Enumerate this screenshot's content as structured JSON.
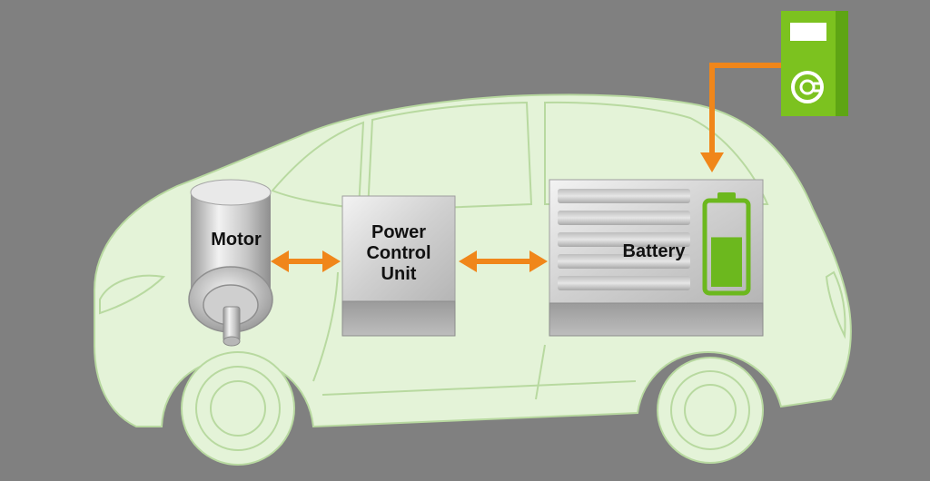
{
  "components": {
    "motor": {
      "label": "Motor"
    },
    "pcu": {
      "label_lines": [
        "Power",
        "Control",
        "Unit"
      ]
    },
    "battery": {
      "label": "Battery",
      "charge_level": 0.62
    },
    "charger": {
      "icon": "ev-plug-icon"
    }
  },
  "connections": [
    {
      "from": "motor",
      "to": "pcu",
      "direction": "bidirectional"
    },
    {
      "from": "pcu",
      "to": "battery",
      "direction": "bidirectional"
    },
    {
      "from": "charger",
      "to": "battery",
      "direction": "one-way"
    }
  ],
  "colors": {
    "background": "#808080",
    "car_body": "#e4f3d8",
    "car_outline": "#b8d9a0",
    "arrow": "#f0861a",
    "charger": "#7cc21f",
    "battery_green": "#6cb81e"
  }
}
